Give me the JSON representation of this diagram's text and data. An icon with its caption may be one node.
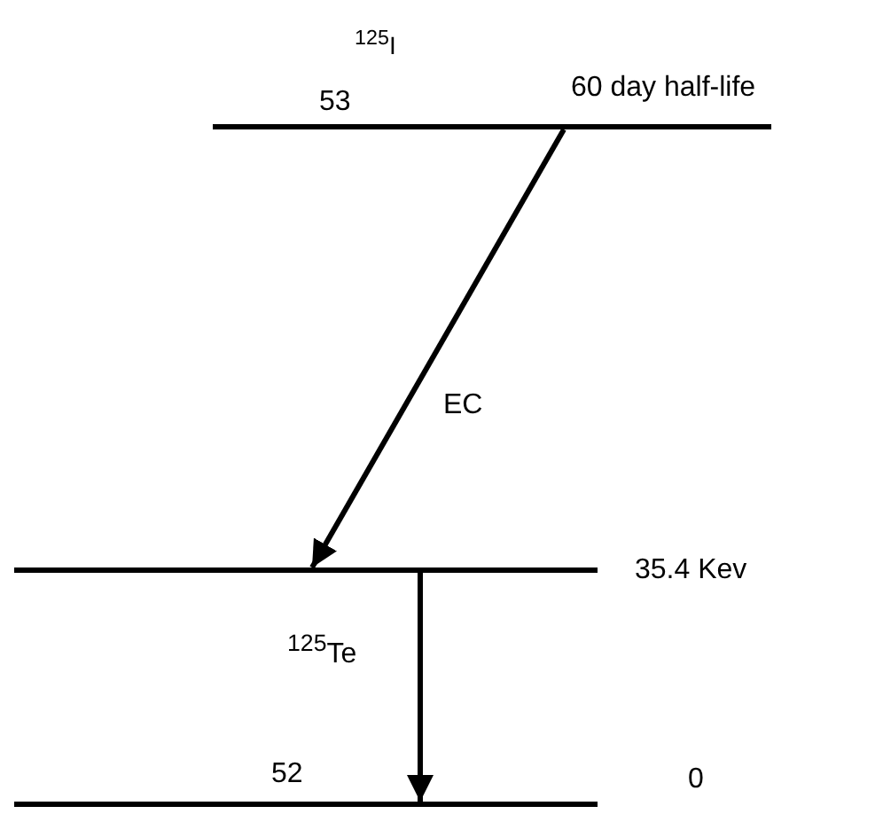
{
  "diagram": {
    "nodes": [
      {
        "text": [],
        "shape": "bar",
        "beside": [
          "53",
          "60 day half-life"
        ]
      },
      {
        "text": [],
        "shape": "bar",
        "beside": [
          "35.4 Kev"
        ]
      },
      {
        "text": [],
        "shape": "bar",
        "beside": [
          "52",
          "0"
        ]
      }
    ],
    "edges": [
      {
        "from": 0,
        "to": 1,
        "arrow": "to",
        "label": "EC"
      },
      {
        "from": 1,
        "to": 2,
        "arrow": "to",
        "label": "$^{125}$Te"
      }
    ],
    "labels": [
      "$^{125}$I"
    ]
  }
}
